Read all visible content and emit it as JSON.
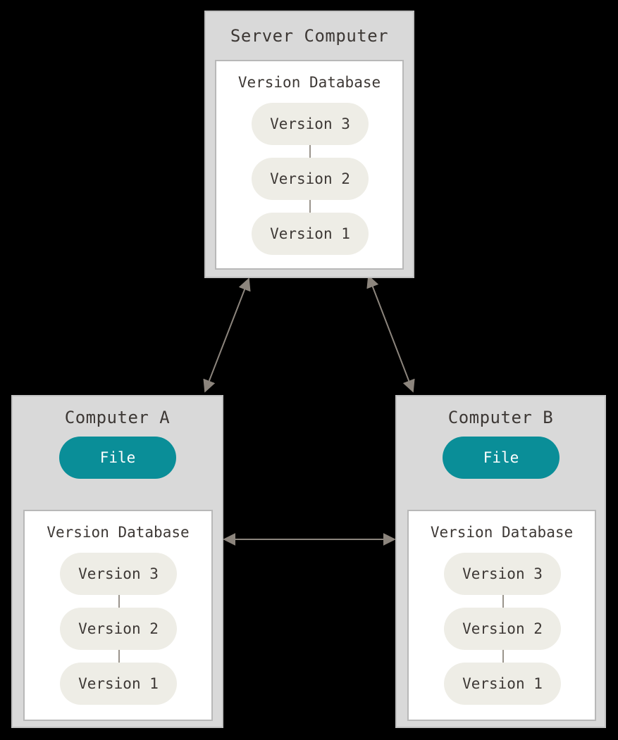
{
  "server": {
    "title": "Server Computer",
    "db_title": "Version Database",
    "versions": [
      "Version 3",
      "Version 2",
      "Version 1"
    ]
  },
  "computer_a": {
    "title": "Computer A",
    "file_label": "File",
    "db_title": "Version Database",
    "versions": [
      "Version 3",
      "Version 2",
      "Version 1"
    ]
  },
  "computer_b": {
    "title": "Computer B",
    "file_label": "File",
    "db_title": "Version Database",
    "versions": [
      "Version 3",
      "Version 2",
      "Version 1"
    ]
  },
  "colors": {
    "background": "#000000",
    "box_fill": "#d9d9d9",
    "db_fill": "#ffffff",
    "version_pill": "#eeede6",
    "file_pill": "#0a8e98",
    "arrow": "#8c857d"
  }
}
